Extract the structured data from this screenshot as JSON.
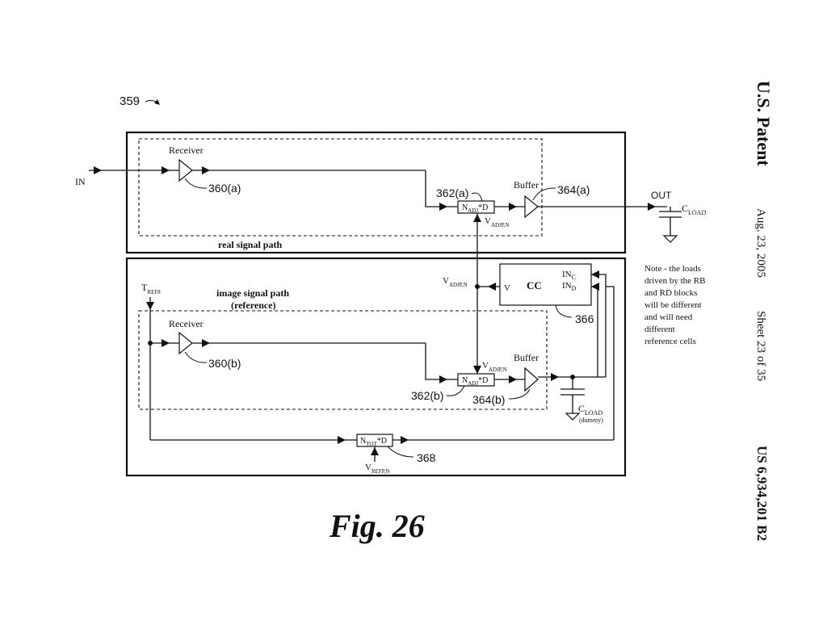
{
  "header": {
    "publication_label": "U.S. Patent",
    "date": "Aug. 23, 2005",
    "sheet": "Sheet 23 of 35",
    "patent_number": "US 6,934,201 B2"
  },
  "figure": {
    "ref_number": "359",
    "caption": "Fig. 26",
    "input_label": "IN",
    "output_label": "OUT",
    "top_block": {
      "receiver_label": "Receiver",
      "receiver_ref": "360(a)",
      "delay_ref": "362(a)",
      "delay_text": "N",
      "delay_sub": "ADJ",
      "delay_suffix": "*D",
      "buffer_label": "Buffer",
      "buffer_ref": "364(a)",
      "vadj_text": "V",
      "vadj_sub": "ADJP,N",
      "path_label": "real signal path"
    },
    "load": {
      "c": "C",
      "c_sub": "LOAD",
      "dummy_note": "(dummy)"
    },
    "bottom_block": {
      "tref_text": "T",
      "tref_sub": "REF8",
      "path_label_line1": "image signal path",
      "path_label_line2": "(reference)",
      "receiver_label": "Receiver",
      "receiver_ref": "360(b)",
      "delay_ref": "362(b)",
      "delay_text": "N",
      "delay_sub": "ADJ",
      "delay_suffix": "*D",
      "buffer_label": "Buffer",
      "buffer_ref": "364(b)",
      "vadj_text": "V",
      "vadj_sub": "ADJP,N",
      "vadj_left_text": "V",
      "vadj_left_sub": "ADJP,N",
      "cc_label": "CC",
      "cc_v": "V",
      "cc_inc": "IN",
      "cc_inc_sub": "C",
      "cc_ind": "IN",
      "cc_ind_sub": "D",
      "cc_ref": "366",
      "tot_text": "N",
      "tot_sub": "TOT",
      "tot_suffix": "*D",
      "tot_ref": "368",
      "vref_text": "V",
      "vref_sub": "REFP,N"
    },
    "note_lines": [
      "Note - the loads",
      "driven by the RB",
      "and RD blocks",
      "will be different",
      "and will need",
      "different",
      "reference cells"
    ]
  }
}
